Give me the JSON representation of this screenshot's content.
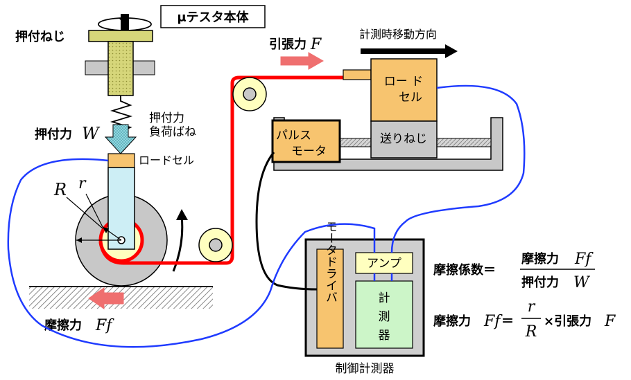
{
  "title": "μテスタ本体",
  "labels": {
    "press_screw": "押付ねじ",
    "press_spring_1": "押付力",
    "press_spring_2": "負荷ばね",
    "press_force": "押付力",
    "press_force_sym": "W",
    "load_cell_left": "ロードセル",
    "radius_R": "R",
    "radius_r": "r",
    "friction_force": "摩擦力",
    "friction_sym": "Ff",
    "pull_force": "引張力",
    "pull_sym": "F",
    "move_direction": "計測時移動方向",
    "load_cell_right_1": "ロー ド",
    "load_cell_right_2": "セル",
    "feed_screw": "送りねじ",
    "pulse_motor_1": "パルス",
    "pulse_motor_2": "モータ",
    "motor_driver": "モータドライバ",
    "amp": "アンプ",
    "meter_1": "計",
    "meter_2": "測",
    "meter_3": "器",
    "controller": "制御計測器"
  },
  "formulas": {
    "f1_left": "摩擦係数＝",
    "f1_num": "摩擦力",
    "f1_num_sym": "Ff",
    "f1_den": "押付力",
    "f1_den_sym": "W",
    "f2_left": "摩擦力",
    "f2_left_sym": "Ff",
    "f2_eq": "＝",
    "f2_num": "r",
    "f2_den": "R",
    "f2_right": "×引張力",
    "f2_right_sym": "F"
  },
  "colors": {
    "screw_yellow": "#d6d67a",
    "load_cell_orange": "#f7c46f",
    "column_cyan": "#cdeef5",
    "spring_arrow_cyan": "#8ed6df",
    "wire_red": "#ff0000",
    "cable_blue": "#1f3bff",
    "arrow_salmon": "#ef6f6f",
    "meter_green": "#ccf5c8",
    "amp_yellow": "#ffffbf",
    "controller_gray": "#cfcfcf",
    "wheel_gray": "#c8c8c8",
    "pulley_yellow": "#ffffbf"
  }
}
